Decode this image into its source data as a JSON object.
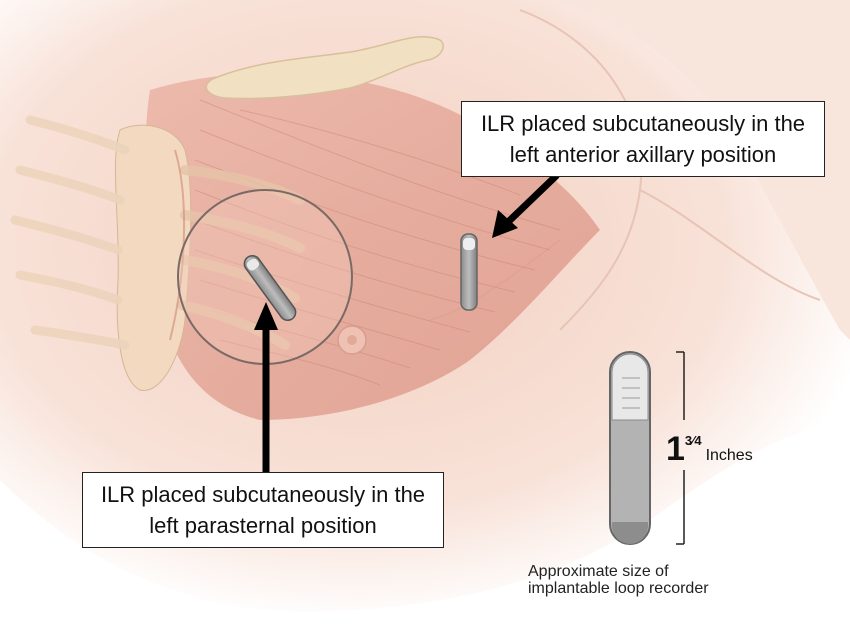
{
  "callouts": {
    "axillary": {
      "line1": "ILR placed subcutaneously in the",
      "line2": "left anterior axillary position"
    },
    "parasternal": {
      "line1": "ILR placed subcutaneously in the",
      "line2": "left parasternal position"
    }
  },
  "size_indicator": {
    "whole": "1",
    "fraction": "3⁄4",
    "unit": "Inches"
  },
  "caption": {
    "line1": "Approximate size of",
    "line2": "implantable loop recorder"
  },
  "colors": {
    "skin": "#f6d8c8",
    "muscle": "#e6a79a",
    "bone": "#f2dfc0",
    "device": "#b9b9b9",
    "arrow": "#000000",
    "box_border": "#222222"
  }
}
